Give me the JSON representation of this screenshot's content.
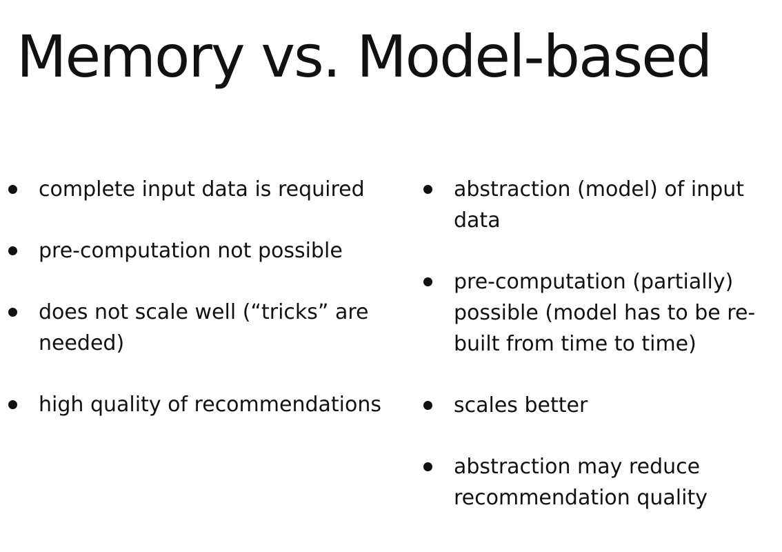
{
  "slide": {
    "title": "Memory vs. Model-based",
    "left_bullets": [
      "complete input data is required",
      "pre-computation not possible",
      "does not scale well (“tricks” are needed)",
      "high quality of recommendations"
    ],
    "right_bullets": [
      "abstraction (model) of input data",
      "pre-computation (partially) possible (model has to be re-built from time to time)",
      "scales better",
      "abstraction may reduce recommendation quality"
    ]
  }
}
